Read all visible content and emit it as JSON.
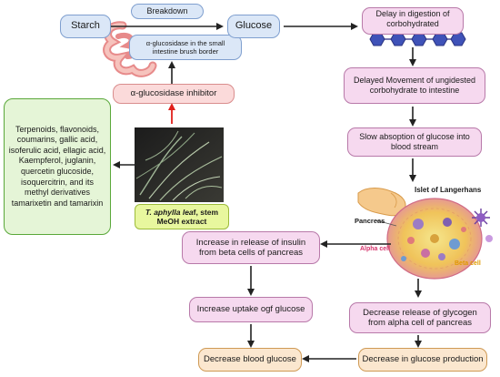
{
  "labels": {
    "starch": "Starch",
    "breakdown": "Breakdown",
    "enzyme": "α-glucosidase in the small intestine brush border",
    "glucose": "Glucose",
    "inhibitor": "α-glucosidase inhibitor",
    "compounds": "Terpenoids, flavonoids, coumarins, gallic acid, isoferulic acid, ellagic acid,  Kaempferol, juglanin, quercetin glucoside, isoquercitrin, and its methyl derivatives tamarixetin and tamarixin",
    "extract_species": "T. aphylla lea",
    "extract_rest": "f, stem MeOH extract",
    "delay_digestion": "Delay in digestion of corbohydrated",
    "delayed_movement": "Delayed Movement of ungidested corbohydrate to intestine",
    "slow_absorption": "Slow absoption of glucose  into blood stream",
    "islet": "Islet of Langerhans",
    "pancreas": "Pancreas",
    "alpha_cell": "Alpha cell",
    "beta_cell": "Beta cell",
    "insulin": "Increase in release of insulin from beta cells of pancreas",
    "uptake": "Increase uptake ogf glucose",
    "glycogen": "Decrease release of glycogen from alpha cell of pancreas",
    "blood_glucose": "Decrease blood glucose",
    "production": "Decrease in glucose production"
  },
  "colors": {
    "blue_box": "#dbe7f7",
    "pink_box": "#f6d9ef",
    "inhibitor_box": "#fbdada",
    "outcome_box": "#fbe7cf",
    "compound_box": "#e5f5d7",
    "extract_box": "#e8f79e",
    "inhibition_arrow": "#e0201b",
    "arrow": "#222222",
    "alpha_cell_label": "#d6336c",
    "beta_cell_label": "#e09a00"
  },
  "icons": [
    "intestine-icon",
    "carbohydrate-chain-icon",
    "plant-photo",
    "pancreas-icon",
    "islet-cell-icon"
  ]
}
